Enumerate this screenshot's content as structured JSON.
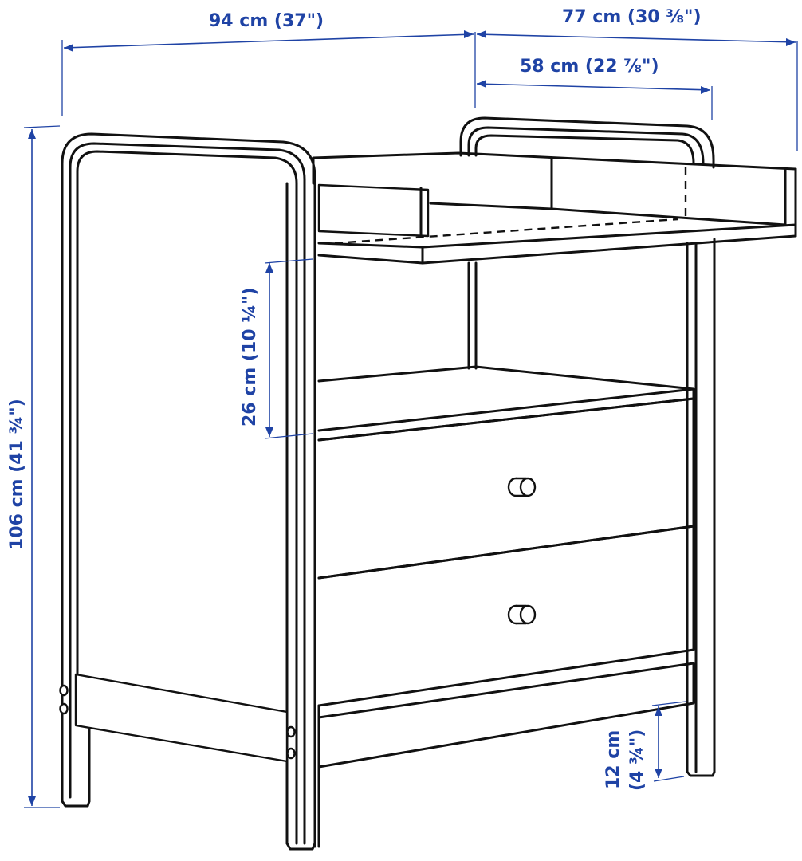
{
  "diagram": {
    "subject": "changing table with 2 drawers and open shelf",
    "line_color": "#111111",
    "dimension_color": "#1f43a5",
    "background": "#ffffff"
  },
  "dimensions": {
    "width": {
      "label": "94 cm (37\")",
      "value_cm": 94,
      "value_in": "37"
    },
    "total_depth": {
      "label": "77 cm (30 ⅜\")",
      "value_cm": 77,
      "value_in": "30 3/8"
    },
    "top_depth": {
      "label": "58 cm (22 ⅞\")",
      "value_cm": 58,
      "value_in": "22 7/8"
    },
    "height": {
      "label": "106 cm (41 ¾\")",
      "value_cm": 106,
      "value_in": "41 3/4"
    },
    "shelf_clearance": {
      "label": "26 cm (10 ¼\")",
      "value_cm": 26,
      "value_in": "10 1/4"
    },
    "floor_clearance": {
      "label_line1": "12 cm",
      "label_line2": "(4 ¾\")",
      "value_cm": 12,
      "value_in": "4 3/4"
    }
  },
  "parts": {
    "drawers": 2,
    "knobs": 2,
    "open_shelves": 1
  }
}
